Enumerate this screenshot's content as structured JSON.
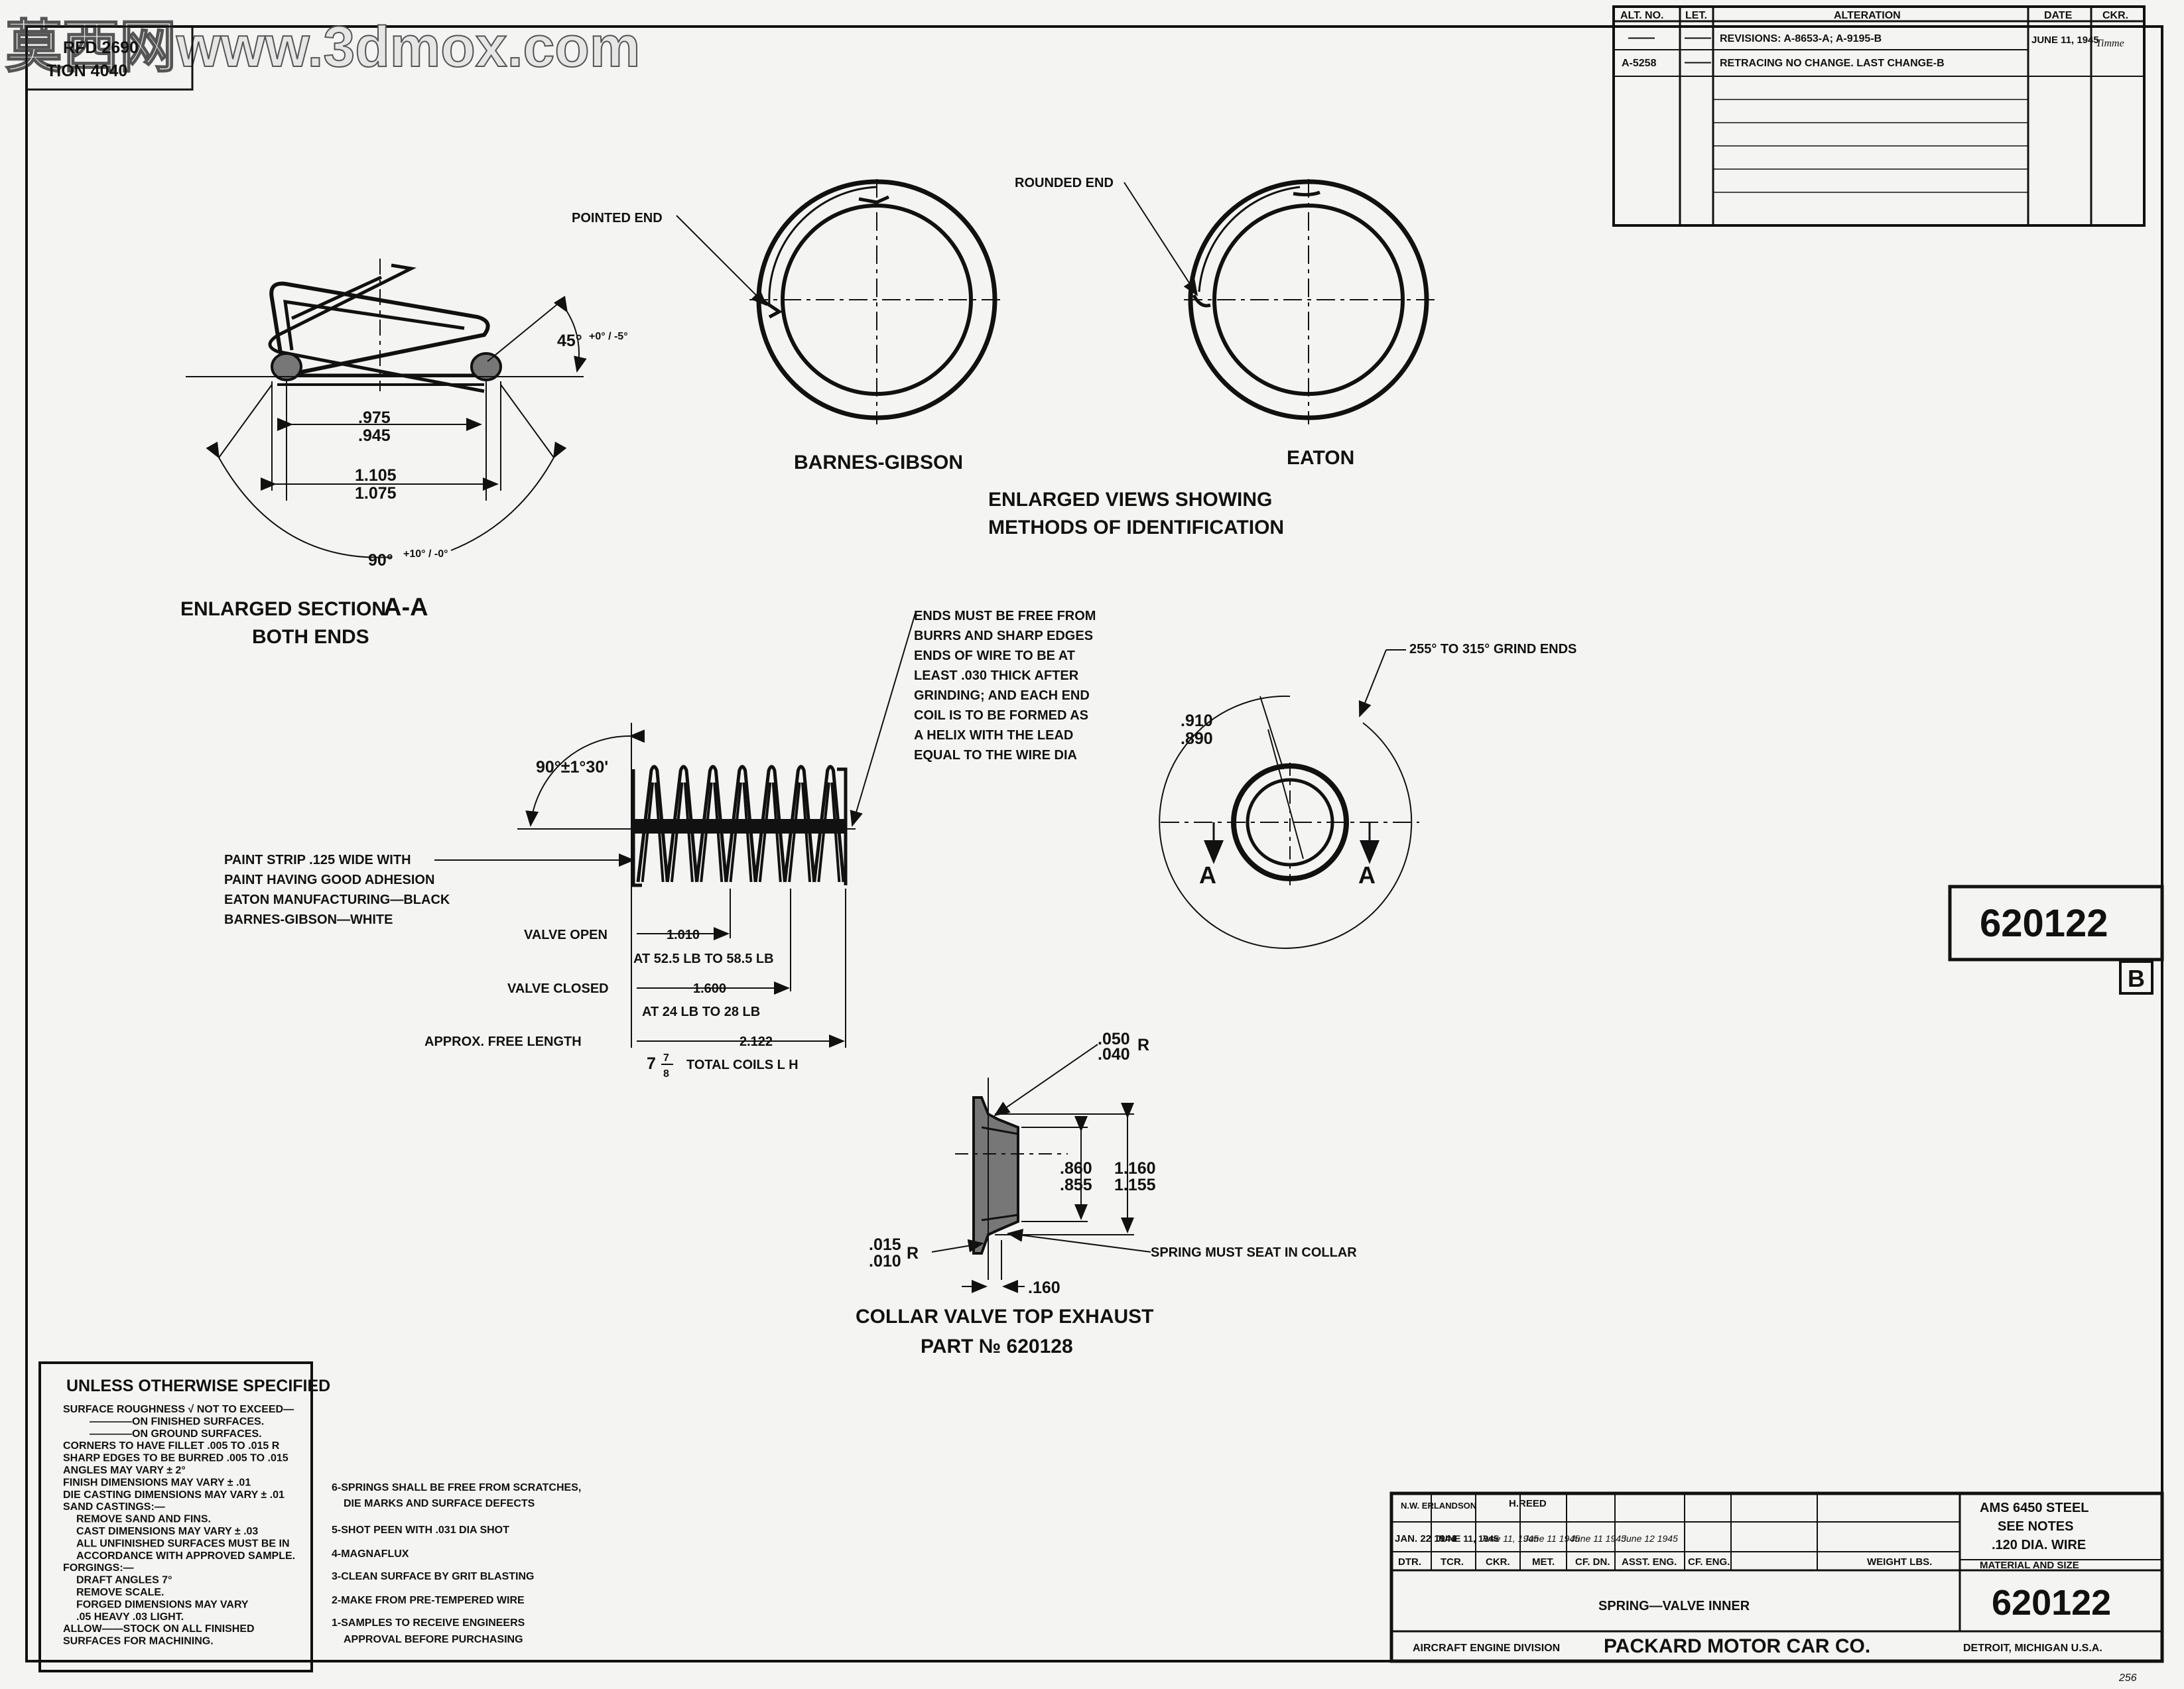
{
  "watermark": "莫西网www.3dmox.com",
  "corner_stamp": {
    "line1": "RFD 2690",
    "line2": "TION 4040"
  },
  "revision_table": {
    "headers": [
      "ALT. NO.",
      "LET.",
      "ALTERATION",
      "DATE",
      "CKR."
    ],
    "rows": [
      {
        "alt": "——",
        "let": "——",
        "text": "REVISIONS: A-8653-A; A-9195-B",
        "date": "JUNE 11, 1945",
        "ckr": "Timme"
      },
      {
        "alt": "A-5258",
        "let": "——",
        "text": "RETRACING NO CHANGE. LAST CHANGE-B",
        "date": "",
        "ckr": ""
      }
    ]
  },
  "section_aa": {
    "angle_45": "45°",
    "angle_45_tol": "+0° / -5°",
    "dim_inner_top": ".975",
    "dim_inner_bot": ".945",
    "dim_outer_top": "1.105",
    "dim_outer_bot": "1.075",
    "angle_90": "90°",
    "angle_90_tol": "+10° / -0°",
    "title_line1": "ENLARGED SECTION",
    "title_aa": "A-A",
    "title_line2": "BOTH ENDS"
  },
  "identification": {
    "pointed_end": "POINTED END",
    "rounded_end": "ROUNDED END",
    "barnes_gibson": "BARNES-GIBSON",
    "eaton": "EATON",
    "caption_line1": "ENLARGED VIEWS SHOWING",
    "caption_line2": "METHODS OF IDENTIFICATION"
  },
  "spring": {
    "angle": "90°±1°30'",
    "ends_note": [
      "ENDS MUST BE FREE FROM",
      "BURRS AND SHARP EDGES",
      "ENDS OF WIRE TO BE AT",
      "LEAST .030 THICK AFTER",
      "GRINDING; AND EACH END",
      "COIL IS TO BE FORMED AS",
      "A HELIX WITH THE LEAD",
      "EQUAL TO THE WIRE DIA"
    ],
    "paint_note": [
      "PAINT STRIP .125 WIDE WITH",
      "PAINT HAVING GOOD ADHESION",
      "EATON MANUFACTURING—BLACK",
      "BARNES-GIBSON—WHITE"
    ],
    "valve_open": "VALVE OPEN",
    "valve_open_dim": "1.010",
    "valve_open_load": "AT 52.5 LB TO 58.5 LB",
    "valve_closed": "VALVE CLOSED",
    "valve_closed_dim": "1.600",
    "valve_closed_load": "AT 24 LB TO 28 LB",
    "free_length": "APPROX. FREE LENGTH",
    "free_length_dim": "2.122",
    "coils_whole": "7",
    "coils_num": "7",
    "coils_den": "8",
    "coils_text": "TOTAL COILS L H"
  },
  "end_view": {
    "grind": "255° TO 315° GRIND ENDS",
    "dim_top": ".910",
    "dim_bot": ".890",
    "section_mark": "A"
  },
  "collar": {
    "r_top_a": ".050",
    "r_top_b": ".040",
    "r_letter": "R",
    "dim_inner_a": ".860",
    "dim_inner_b": ".855",
    "dim_outer_a": "1.160",
    "dim_outer_b": "1.155",
    "r_bot_a": ".015",
    "r_bot_b": ".010",
    "seat_note": "SPRING MUST SEAT IN COLLAR",
    "thick": ".160",
    "title_line1": "COLLAR VALVE TOP EXHAUST",
    "title_line2": "PART № 620128"
  },
  "part_number": "620122",
  "rev_letter": "B",
  "general_notes": {
    "title": "UNLESS OTHERWISE SPECIFIED",
    "lines": [
      "SURFACE ROUGHNESS √ NOT TO EXCEED—",
      "————ON FINISHED SURFACES.",
      "————ON GROUND SURFACES.",
      "CORNERS TO HAVE FILLET .005 TO .015 R",
      "SHARP EDGES TO BE BURRED .005 TO .015",
      "ANGLES MAY VARY ± 2°",
      "FINISH DIMENSIONS MAY VARY ± .01",
      "DIE CASTING DIMENSIONS MAY VARY ± .01",
      "SAND CASTINGS:—",
      "REMOVE SAND AND FINS.",
      "CAST DIMENSIONS MAY VARY ± .03",
      "ALL UNFINISHED SURFACES MUST BE IN",
      "ACCORDANCE WITH APPROVED SAMPLE.",
      "FORGINGS:—",
      "DRAFT ANGLES 7°",
      "REMOVE SCALE.",
      "FORGED DIMENSIONS MAY VARY",
      ".05 HEAVY .03 LIGHT.",
      "ALLOW——STOCK ON ALL FINISHED",
      "SURFACES FOR MACHINING."
    ]
  },
  "process_notes": [
    "6-SPRINGS SHALL BE FREE FROM SCRATCHES,",
    "DIE MARKS AND SURFACE DEFECTS",
    "5-SHOT PEEN WITH .031 DIA SHOT",
    "4-MAGNAFLUX",
    "3-CLEAN SURFACE BY GRIT BLASTING",
    "2-MAKE FROM PRE-TEMPERED WIRE",
    "1-SAMPLES TO RECEIVE ENGINEERS",
    "APPROVAL BEFORE PURCHASING"
  ],
  "title_block": {
    "dtr_name": "N.W. ERLANDSON",
    "dtr_date": "JAN. 22 1944",
    "tcr_date": "JUNE 11, 1945",
    "ckr_name": "H.REED",
    "ckr_date": "June 11, 1945",
    "met_date": "June 11 1945",
    "cfdn_date": "June 11 1945",
    "asst_date": "June 12 1945",
    "roles": [
      "DTR.",
      "TCR.",
      "CKR.",
      "MET.",
      "CF. DN.",
      "ASST. ENG.",
      "CF. ENG.",
      "WEIGHT LBS.",
      "MATERIAL AND SIZE"
    ],
    "material": [
      "AMS 6450 STEEL",
      "SEE NOTES",
      ".120 DIA. WIRE"
    ],
    "part_title": "SPRING—VALVE INNER",
    "part_number": "620122",
    "division": "AIRCRAFT ENGINE DIVISION",
    "company": "PACKARD MOTOR CAR CO.",
    "location": "DETROIT, MICHIGAN U.S.A.",
    "sheet_mark": "256"
  }
}
